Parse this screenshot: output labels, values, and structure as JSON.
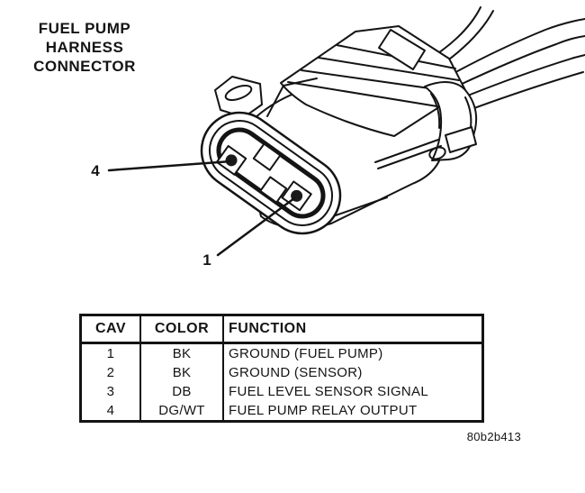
{
  "colors": {
    "ink": "#141414",
    "paper": "#ffffff"
  },
  "title": {
    "lines": [
      "FUEL PUMP",
      "HARNESS",
      "CONNECTOR"
    ]
  },
  "callouts": {
    "pin4": "4",
    "pin1": "1"
  },
  "figure_code": "80b2b413",
  "table": {
    "headers": [
      "CAV",
      "COLOR",
      "FUNCTION"
    ],
    "rows": [
      {
        "cav": "1",
        "color": "BK",
        "function": "GROUND (FUEL PUMP)"
      },
      {
        "cav": "2",
        "color": "BK",
        "function": "GROUND (SENSOR)"
      },
      {
        "cav": "3",
        "color": "DB",
        "function": "FUEL LEVEL SENSOR SIGNAL"
      },
      {
        "cav": "4",
        "color": "DG/WT",
        "function": "FUEL PUMP RELAY OUTPUT"
      }
    ]
  }
}
